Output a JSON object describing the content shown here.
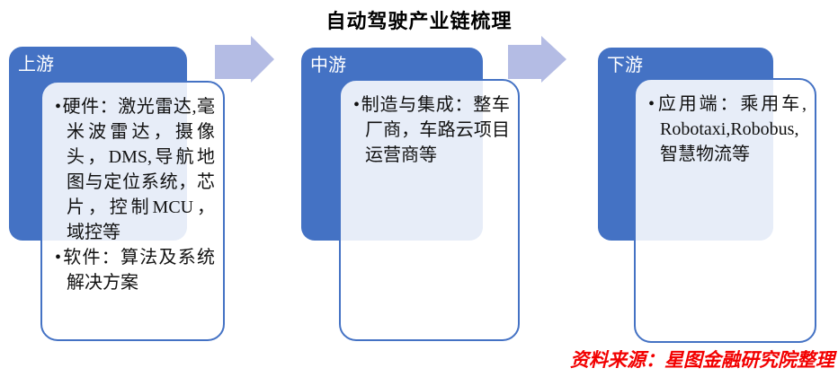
{
  "title": "自动驾驶产业链梳理",
  "bullet": "•",
  "source_note": "资料来源：星图金融研究院整理",
  "colors": {
    "stage_blue": "#4472C4",
    "arrow_fill": "#B4BCE4",
    "source_red": "#F20000",
    "panel_tint": "rgba(255,255,255,0.87)"
  },
  "columns": [
    {
      "id": "upstream",
      "label": "上游",
      "items": [
        "硬件：激光雷达,毫米波雷达，摄像头，DMS,导航地图与定位系统，芯片，控制MCU，域控等",
        "软件：算法及系统解决方案"
      ]
    },
    {
      "id": "midstream",
      "label": "中游",
      "items": [
        "制造与集成：整车厂商，车路云项目运营商等"
      ]
    },
    {
      "id": "downstream",
      "label": "下游",
      "items": [
        "应用端：乘用车, Robotaxi,Robobus, 智慧物流等"
      ]
    }
  ],
  "arrows": [
    {
      "name": "upstream-to-midstream"
    },
    {
      "name": "midstream-to-downstream"
    }
  ]
}
